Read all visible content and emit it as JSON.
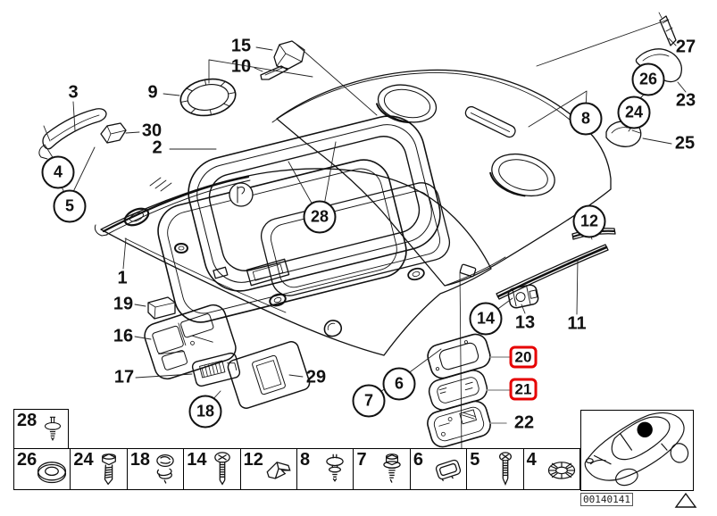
{
  "diagram": {
    "title_hint": "headliner and roof trim exploded view",
    "highlight_color": "#e60000",
    "callouts": [
      {
        "text": "15",
        "style": "plain"
      },
      {
        "text": "10",
        "style": "plain"
      },
      {
        "text": "9",
        "style": "plain"
      },
      {
        "text": "3",
        "style": "plain"
      },
      {
        "text": "30",
        "style": "plain"
      },
      {
        "text": "2",
        "style": "plain"
      },
      {
        "text": "27",
        "style": "plain"
      },
      {
        "text": "23",
        "style": "plain"
      },
      {
        "text": "25",
        "style": "plain"
      },
      {
        "text": "1",
        "style": "plain"
      },
      {
        "text": "19",
        "style": "plain"
      },
      {
        "text": "16",
        "style": "plain"
      },
      {
        "text": "17",
        "style": "plain"
      },
      {
        "text": "29",
        "style": "plain"
      },
      {
        "text": "13",
        "style": "plain"
      },
      {
        "text": "11",
        "style": "plain"
      },
      {
        "text": "22",
        "style": "plain"
      },
      {
        "text": "4",
        "style": "circled"
      },
      {
        "text": "5",
        "style": "circled"
      },
      {
        "text": "28",
        "style": "circled"
      },
      {
        "text": "26",
        "style": "circled"
      },
      {
        "text": "24",
        "style": "circled"
      },
      {
        "text": "8",
        "style": "circled"
      },
      {
        "text": "12",
        "style": "circled"
      },
      {
        "text": "14",
        "style": "circled"
      },
      {
        "text": "6",
        "style": "circled"
      },
      {
        "text": "7",
        "style": "circled"
      },
      {
        "text": "18",
        "style": "circled"
      },
      {
        "text": "20",
        "style": "red-boxed"
      },
      {
        "text": "21",
        "style": "red-boxed"
      }
    ]
  },
  "legend": {
    "header_cell": {
      "label": "28",
      "icon": "expanding-rivet-icon"
    },
    "cells": [
      {
        "label": "26",
        "icon": "washer-icon"
      },
      {
        "label": "24",
        "icon": "hex-screw-icon"
      },
      {
        "label": "18",
        "icon": "screw-spring-washer-icon"
      },
      {
        "label": "14",
        "icon": "pan-head-screw-icon"
      },
      {
        "label": "12",
        "icon": "spring-clip-icon"
      },
      {
        "label": "8",
        "icon": "rivet-icon"
      },
      {
        "label": "7",
        "icon": "flange-screw-icon"
      },
      {
        "label": "6",
        "icon": "cover-pad-icon"
      },
      {
        "label": "5",
        "icon": "phillips-screw-icon"
      },
      {
        "label": "4",
        "icon": "lock-washer-icon"
      }
    ],
    "car_inset": {
      "icon": "car-roof-location-icon"
    },
    "image_number": "00140141",
    "corner_marker_icon": "triangle-icon"
  }
}
